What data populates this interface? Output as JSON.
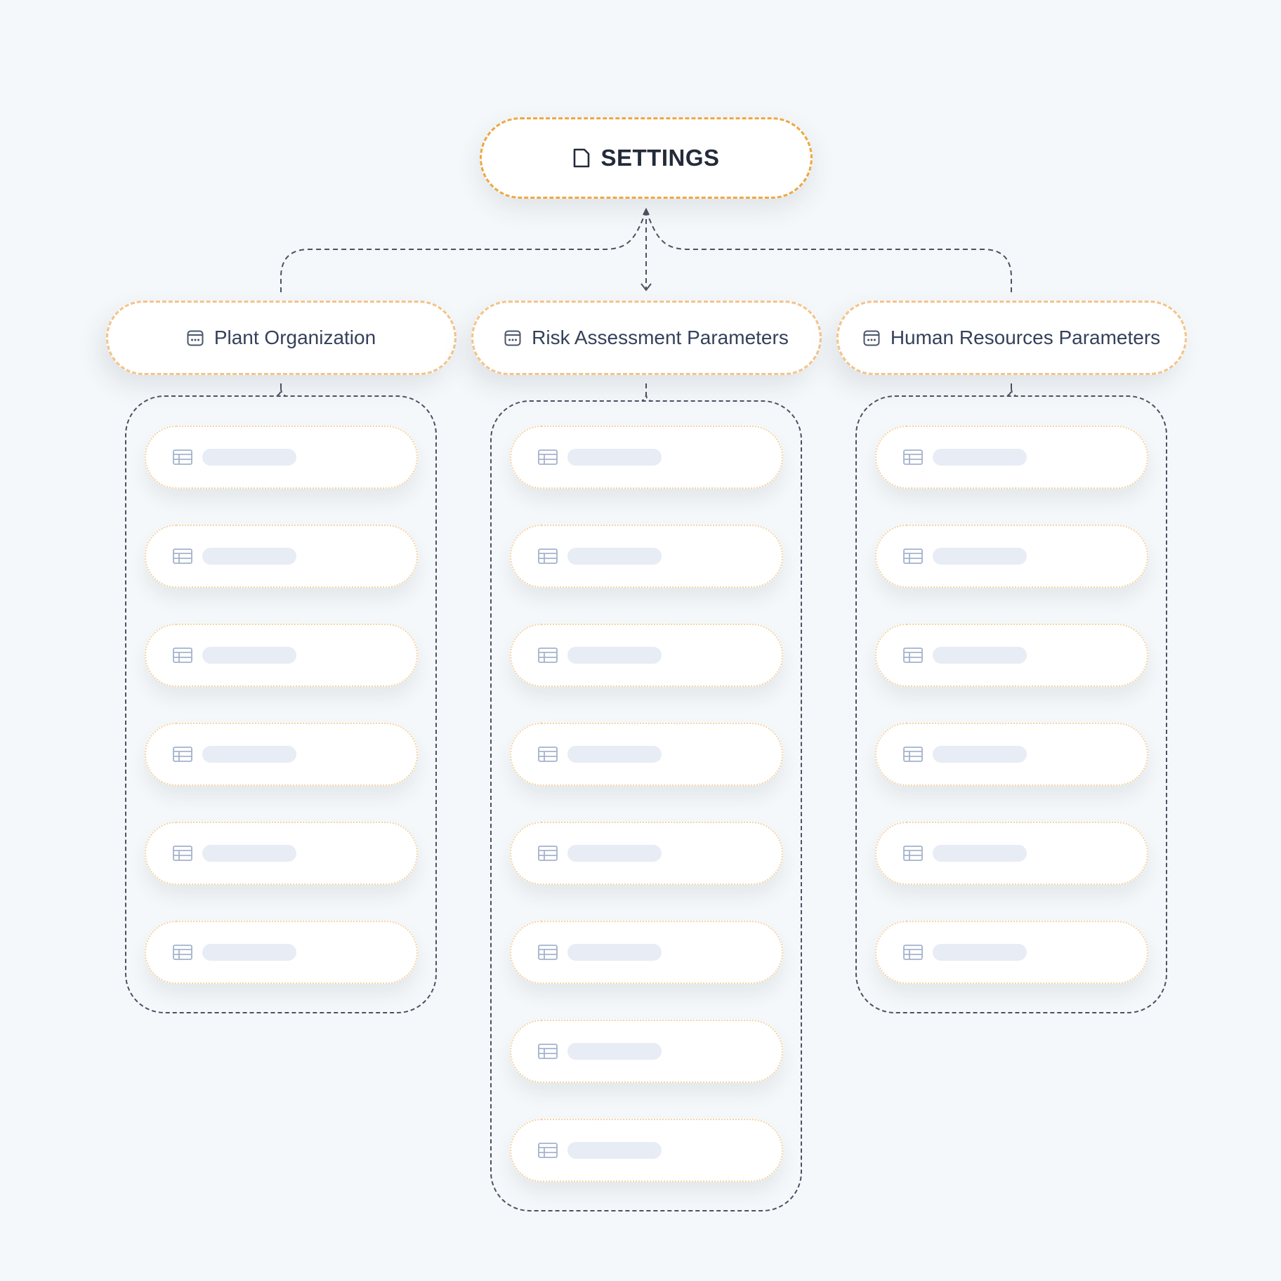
{
  "diagram": {
    "root": {
      "label": "SETTINGS",
      "icon": "document-icon"
    },
    "categories": [
      {
        "id": "plant-organization",
        "label": "Plant Organization",
        "icon": "calendar-icon",
        "item_count": 6
      },
      {
        "id": "risk-assessment-parameters",
        "label": "Risk Assessment Parameters",
        "icon": "calendar-icon",
        "item_count": 8
      },
      {
        "id": "human-resources-parameters",
        "label": "Human Resources Parameters",
        "icon": "calendar-icon",
        "item_count": 6
      }
    ],
    "item_icon": "table-icon",
    "colors": {
      "background": "#f5f8fa",
      "root_border": "#eea742",
      "category_border": "#f3c48a",
      "item_border": "#f6d4a4",
      "connector": "#4a5262",
      "placeholder_bar": "#e7ecf5",
      "icon_stroke": "#a4b2cc"
    }
  }
}
